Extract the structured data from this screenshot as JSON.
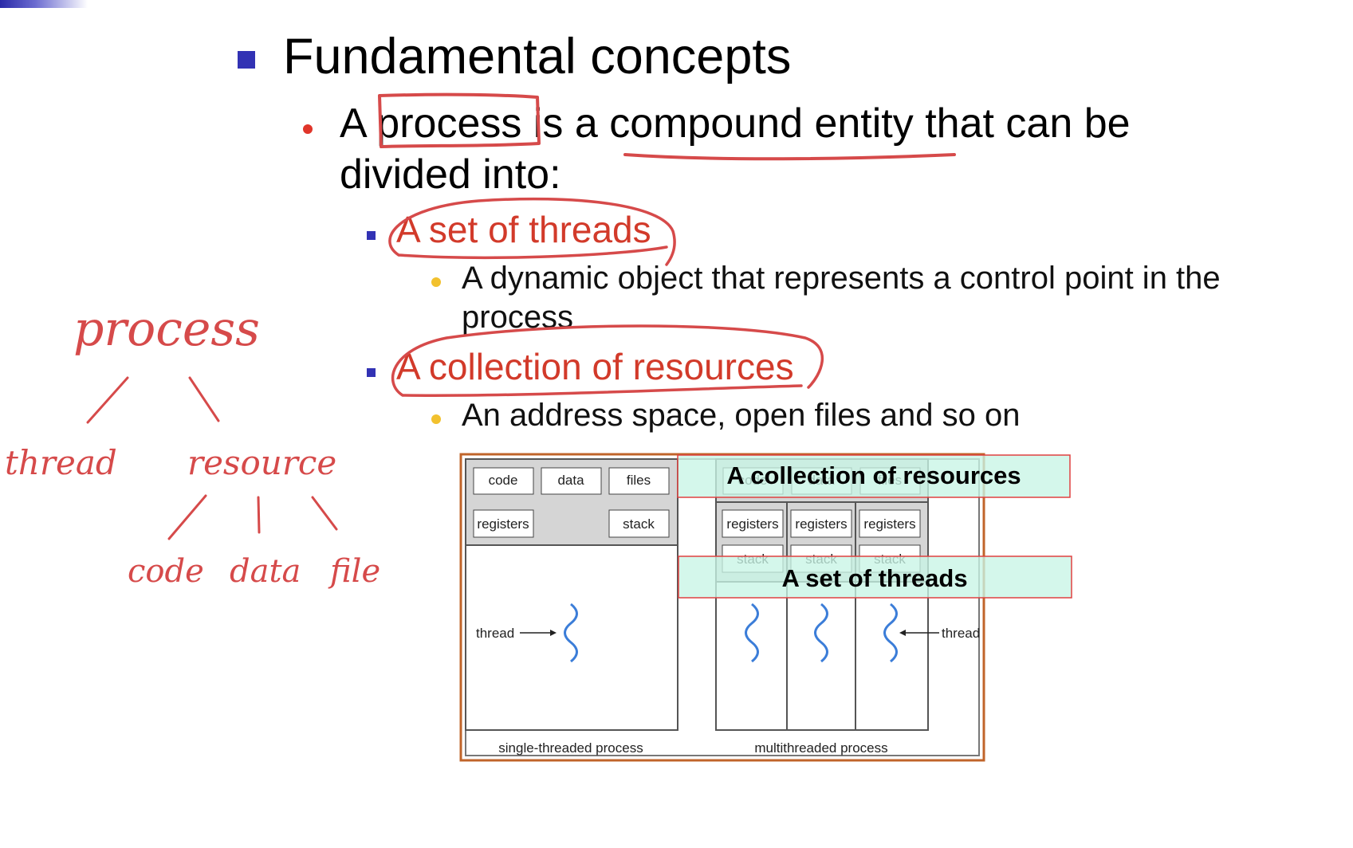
{
  "slide": {
    "heading": "Fundamental concepts",
    "point": {
      "prefix": "A",
      "word_process": "process",
      "mid": "is a",
      "compound": "compound entity",
      "suffix": "that can be",
      "line2": "divided into:"
    },
    "sub_items": [
      {
        "label": "A set of threads",
        "detail_line1": "A dynamic object that represents a control point in the",
        "detail_line2": "process"
      },
      {
        "label": "A collection of resources",
        "detail_line1": "An address space, open files and so on"
      }
    ]
  },
  "handwritten": {
    "root": "process",
    "left_child": "thread",
    "right_child": "resource",
    "resource_children": [
      "code",
      "data",
      "file"
    ]
  },
  "figure": {
    "single": {
      "boxes_top": [
        "code",
        "data",
        "files"
      ],
      "registers": "registers",
      "stack": "stack",
      "thread_label": "thread",
      "caption": "single-threaded process"
    },
    "multi": {
      "boxes_top": [
        "code",
        "data",
        "files"
      ],
      "registers": [
        "registers",
        "registers",
        "registers"
      ],
      "stacks": [
        "stack",
        "stack",
        "stack"
      ],
      "thread_label": "thread",
      "caption": "multithreaded process"
    },
    "overlays": {
      "resources": "A collection of resources",
      "threads": "A set of threads"
    }
  },
  "colors": {
    "accent_blue": "#3232b4",
    "annotation_red": "#d64a4a",
    "red_text": "#d23a2a",
    "yellow_bullet": "#f2c12e",
    "overlay_fill": "#c8f5e6",
    "frame_orange": "#c0642a",
    "thread_blue": "#3b7dd8"
  }
}
